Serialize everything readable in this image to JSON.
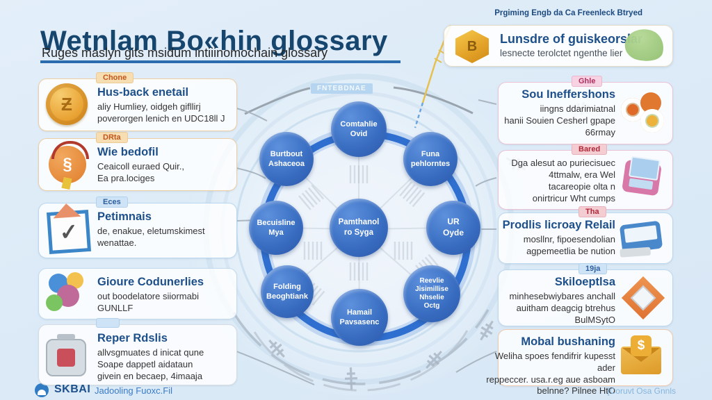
{
  "colors": {
    "background": "#dcebf7",
    "ring_blue": "#2f6fd0",
    "node_blue": "#386cc0",
    "title_navy": "#16456e",
    "accent_orange": "#e07c2c",
    "accent_gold": "#e9a233"
  },
  "header": {
    "title": "Wetnlam Bo«hin glossary",
    "subtitle": "Ruges maslyn gits msidum intiiinomochain glossary"
  },
  "top_right": {
    "note": "Prgiming Engb da Ca Freenleck Btryed",
    "card": {
      "badge_letter": "B",
      "title": "Lunsdre of guiskeorslar",
      "subtitle": "lesnecte terolctet ngenthe lier"
    }
  },
  "left_items": [
    {
      "tag": "Chone",
      "title": "Hus-back enetail",
      "desc": "aliy Humliey, oidgeh gifllirj\npoverorgen lenich en UDC18ll J",
      "icon": "coin-icon",
      "coin_glyph": "Ƶ"
    },
    {
      "tag": "DRta",
      "title": "Wie bedofil",
      "desc": "Ceaicoll euraed Quir.,\nEa pra.lociges",
      "icon": "badge-circle-icon",
      "glyph": "§"
    },
    {
      "tag": "Eces",
      "title": "Petimnais",
      "desc": "de, enakue, eletumskimest\nwenattae.",
      "icon": "checkbox-icon",
      "glyph": "✓"
    },
    {
      "tag": "",
      "title": "Gioure Codunerlies",
      "desc": "out boodelatore siiormabi\nGUNLLF",
      "icon": "community-circles-icon"
    },
    {
      "tag": "",
      "title": "Reper Rdslis",
      "desc": "allvsgmuates d inicat qune\nSoape dappetl aidataun\ngivein en becaep, 4imaaja",
      "icon": "gadget-icon"
    }
  ],
  "right_items": [
    {
      "tag": "Ghle",
      "title": "Sou Ineffershons",
      "desc": "iingns ddarimiatnal\nhanii Souien Cesherl gpape\n66rmay",
      "icon": "coins-cluster-icon"
    },
    {
      "tag": "Bared",
      "title": "",
      "desc": "Dga alesut ao puriecisuec\n4ttmalw, era Wel\ntacareopie olta n\nonirtricur Wht cumps",
      "icon": "pink-card-icon"
    },
    {
      "tag": "Tha",
      "title": "Prodlis licroay Relail",
      "desc": "mosllnr, fipoesendolian\nagpemeetlia be nution",
      "icon": "laptop-icon"
    },
    {
      "tag": "19ja",
      "title": "Skiloeptlsa",
      "desc": "minhesebwiybares anchall\nauitham deagcig btrehus\nBulMSytO",
      "icon": "package-icon"
    },
    {
      "tag": "",
      "title": "Mobal bushaning",
      "desc": "Weliha spoes fendifrir kupesst ader\nreppeccer. usa.r.eg aue asboam\nbelnne? Pilnee HtO",
      "icon": "money-envelope-icon",
      "dollar": "$"
    }
  ],
  "diagram": {
    "ring_badge": "FNTEBDNAE",
    "nodes": [
      {
        "label": "Comtahlie\nOvid"
      },
      {
        "label": "Burtbout\nAshaceoa"
      },
      {
        "label": "Funa\npehlorntes"
      },
      {
        "label": "Becuisline\nMya"
      },
      {
        "label": "Pamthanol\nro Syga"
      },
      {
        "label": "UR\nOyde"
      },
      {
        "label": "Folding\nBeoghtiank"
      },
      {
        "label": "Hamail\nPavsasenc"
      },
      {
        "label": "Reevlie\nJisimillise\nNhselie\nOctg"
      }
    ]
  },
  "footer": {
    "brand": "SKBAI",
    "brand_sub": "Jadooling Fuoxc.Fil",
    "right_note": "[Coruvt Osa Gnnls"
  }
}
